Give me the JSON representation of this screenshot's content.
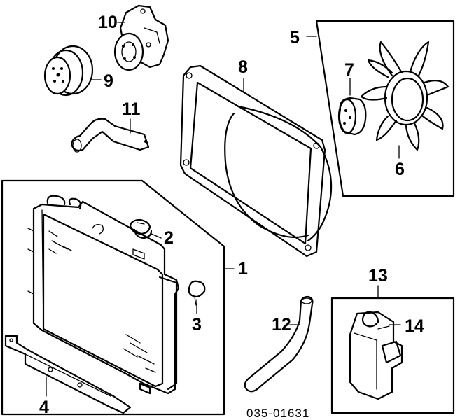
{
  "diagram": {
    "callouts": {
      "c1": "1",
      "c2": "2",
      "c3": "3",
      "c4": "4",
      "c5": "5",
      "c6": "6",
      "c7": "7",
      "c8": "8",
      "c9": "9",
      "c10": "10",
      "c11": "11",
      "c12": "12",
      "c13": "13",
      "c14": "14"
    },
    "part_number": "035-01631"
  }
}
